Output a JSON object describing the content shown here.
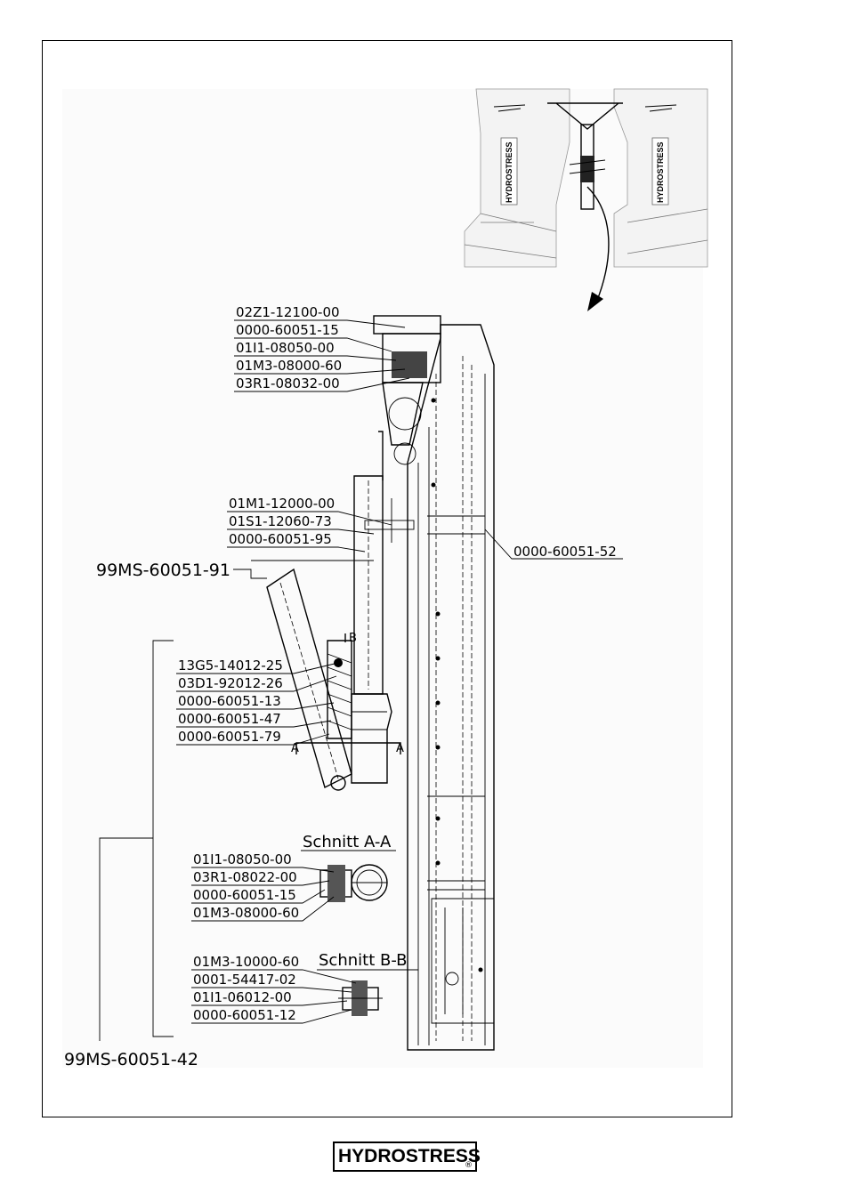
{
  "drawing": {
    "top_labels": [
      "02Z1-12100-00",
      "0000-60051-15",
      "01I1-08050-00",
      "01M3-08000-60",
      "03R1-08032-00"
    ],
    "mid_labels": [
      "01M1-12000-00",
      "01S1-12060-73",
      "0000-60051-95"
    ],
    "right_label": "0000-60051-52",
    "assembly_91": "99MS-60051-91",
    "spring_labels": [
      "13G5-14012-25",
      "03D1-92012-26",
      "0000-60051-13",
      "0000-60051-47",
      "0000-60051-79"
    ],
    "section_aa": {
      "title": "Schnitt A-A",
      "labels": [
        "01I1-08050-00",
        "03R1-08022-00",
        "0000-60051-15",
        "01M3-08000-60"
      ]
    },
    "section_bb": {
      "title": "Schnitt B-B",
      "labels": [
        "01M3-10000-60",
        "0001-54417-02",
        "01I1-06012-00",
        "0000-60051-12"
      ]
    },
    "assembly_42": "99MS-60051-42",
    "section_marks": {
      "a": "A",
      "b": "B"
    },
    "inset_brand": "HYDROSTRESS"
  },
  "footer": {
    "brand": "HYDROSTRESS",
    "registered": "®"
  }
}
